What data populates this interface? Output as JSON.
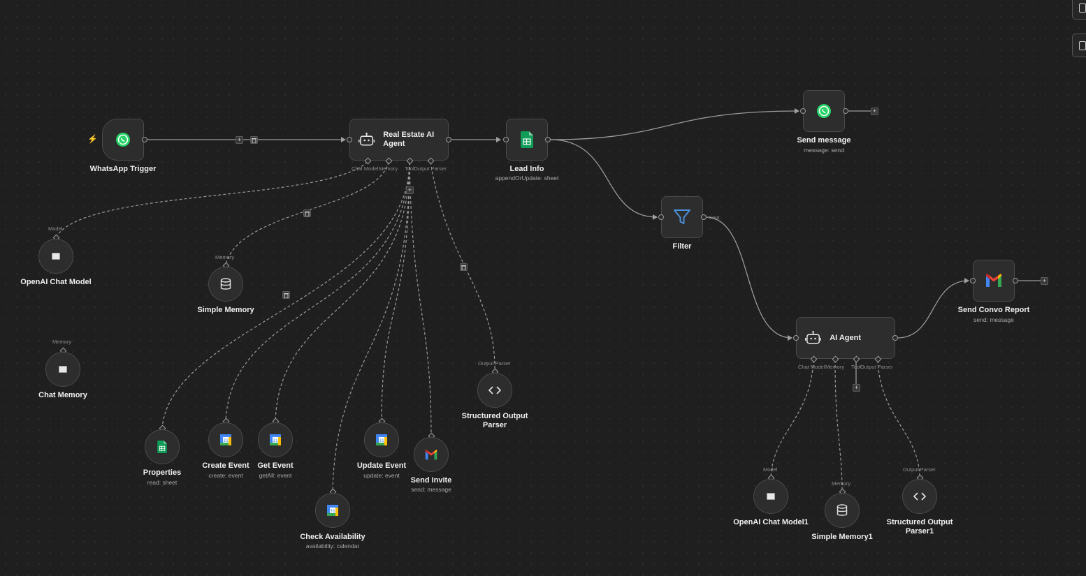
{
  "colors": {
    "canvas_bg": "#1f1f1f",
    "node_bg": "#2d2d2d",
    "node_border": "#4a4a4a",
    "connection": "#a0a0a0",
    "whatsapp_green": "#25d366",
    "sheets_green": "#0f9d58",
    "filter_blue": "#4a90d9",
    "trigger_red": "#ff5c5c"
  },
  "icons": {
    "whatsapp": "whatsapp-icon",
    "agent": "robot-icon",
    "sheets": "google-sheets-icon",
    "filter": "funnel-icon",
    "gmail": "gmail-icon",
    "calendar": "google-calendar-icon",
    "memory": "database-icon",
    "parser": "code-brackets-icon",
    "broken": "broken-image-icon",
    "trigger": "lightning-bolt-icon",
    "add": "plus-icon",
    "delete": "trash-icon"
  },
  "nodes": {
    "whatsapp_trigger": {
      "label": "WhatsApp Trigger"
    },
    "real_estate_agent": {
      "label": "Real Estate AI Agent",
      "port_chat_model": "Chat Model",
      "port_memory": "Memory",
      "port_tool": "Tool",
      "port_output_parser": "Output Parser"
    },
    "lead_info": {
      "label": "Lead Info",
      "subtitle": "appendOrUpdate: sheet"
    },
    "send_message": {
      "label": "Send message",
      "subtitle": "message: send"
    },
    "filter": {
      "label": "Filter",
      "output": "Kept"
    },
    "send_convo_report": {
      "label": "Send Convo Report",
      "subtitle": "send: message"
    },
    "ai_agent": {
      "label": "AI Agent",
      "port_chat_model": "Chat Model",
      "port_memory": "Memory",
      "port_tool": "Tool",
      "port_output_parser": "Output Parser"
    },
    "openai_chat_model": {
      "label": "OpenAI Chat Model",
      "port": "Model"
    },
    "simple_memory": {
      "label": "Simple Memory",
      "port": "Memory"
    },
    "chat_memory": {
      "label": "Chat Memory",
      "port": "Memory"
    },
    "structured_output_parser": {
      "label_line1": "Structured Output",
      "label_line2": "Parser",
      "port": "Output Parser"
    },
    "properties": {
      "label": "Properties",
      "subtitle": "read: sheet"
    },
    "create_event": {
      "label": "Create Event",
      "subtitle": "create: event"
    },
    "get_event": {
      "label": "Get Event",
      "subtitle": "getAll: event"
    },
    "update_event": {
      "label": "Update Event",
      "subtitle": "update: event"
    },
    "send_invite": {
      "label": "Send Invite",
      "subtitle": "send: message"
    },
    "check_availability": {
      "label": "Check Availability",
      "subtitle": "availability: calendar"
    },
    "openai_chat_model1": {
      "label": "OpenAI Chat Model1",
      "port": "Model"
    },
    "simple_memory1": {
      "label": "Simple Memory1",
      "port": "Memory"
    },
    "structured_output_parser1": {
      "label_line1": "Structured Output",
      "label_line2": "Parser1",
      "port": "Output Parser"
    }
  },
  "buttons": {
    "add": "+"
  }
}
